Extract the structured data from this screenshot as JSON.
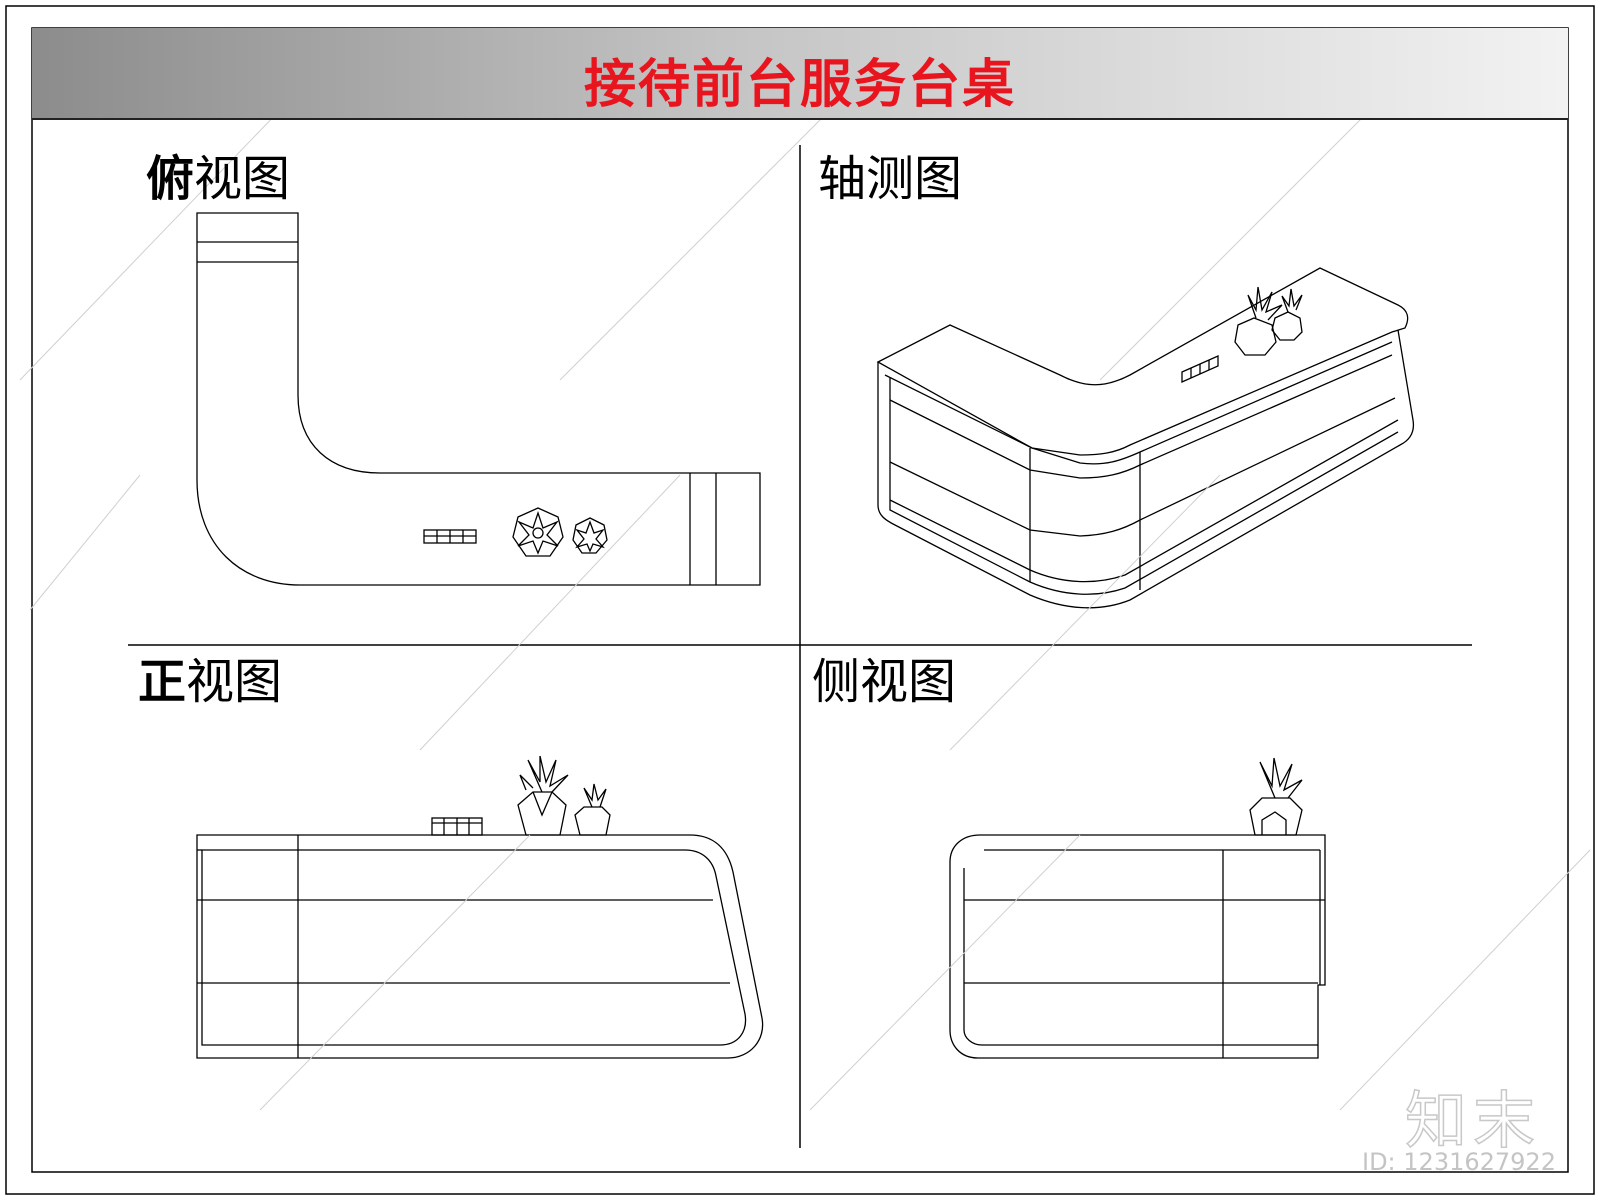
{
  "title": {
    "text": "接待前台服务台桌",
    "color": "#e8141e"
  },
  "views": {
    "plan": {
      "lead": "俯",
      "rest": "视图"
    },
    "axo": {
      "lead": "轴",
      "rest": "测图"
    },
    "front": {
      "lead": "正",
      "rest": "视图"
    },
    "side": {
      "lead": "侧",
      "rest": "视图"
    }
  },
  "brand": {
    "logo_text": "知末",
    "id_text": "ID: 1231627922"
  },
  "colors": {
    "line": "#000000",
    "watermark": "#d0d0d0"
  }
}
